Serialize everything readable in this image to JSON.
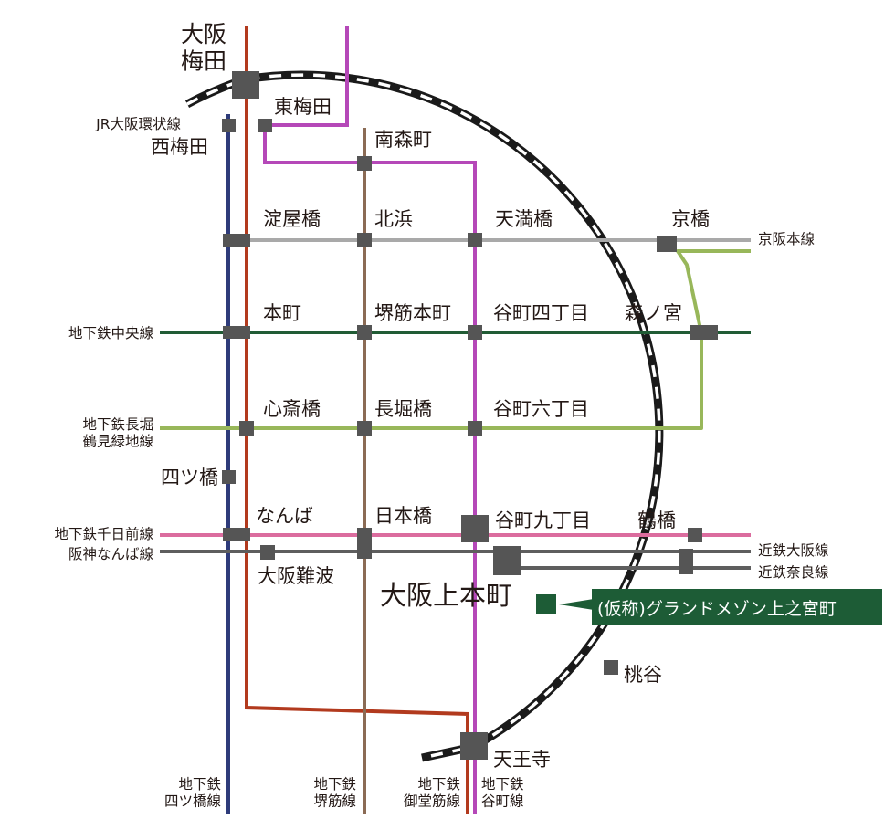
{
  "colors": {
    "jr_loop": "#1a1a1a",
    "midosuji": "#b23a1e",
    "yotsubashi": "#2e3b7a",
    "sakaisuji": "#8b6b55",
    "tanimachi": "#b548b8",
    "keihan": "#a9a9a9",
    "chuo": "#215c35",
    "nagahori": "#98b75a",
    "sennichimae": "#db6c9e",
    "hanshin_kintetsu": "#5e5e5e",
    "station": "#555555",
    "highlight": "#1d5c36"
  },
  "stations": {
    "osaka_umeda": "大阪\n梅田",
    "higashi_umeda": "東梅田",
    "nishi_umeda": "西梅田",
    "minami_morimachi": "南森町",
    "yodoyabashi": "淀屋橋",
    "kitahama": "北浜",
    "temmabashi": "天満橋",
    "kyobashi": "京橋",
    "hommachi": "本町",
    "sakaisuji_hommachi": "堺筋本町",
    "tanimachi_4": "谷町四丁目",
    "morinomiya": "森ノ宮",
    "shinsaibashi": "心斎橋",
    "nagahoribashi": "長堀橋",
    "tanimachi_6": "谷町六丁目",
    "yotsubashi": "四ツ橋",
    "namba": "なんば",
    "nipponbashi": "日本橋",
    "tanimachi_9": "谷町九丁目",
    "tsuruhashi": "鶴橋",
    "osaka_namba": "大阪難波",
    "osaka_uehommachi": "大阪上本町",
    "momodani": "桃谷",
    "tennoji": "天王寺"
  },
  "lines": {
    "jr_loop": "JR大阪環状線",
    "keihan_main": "京阪本線",
    "chuo": "地下鉄中央線",
    "nagahori": "地下鉄長堀\n鶴見緑地線",
    "sennichimae": "地下鉄千日前線",
    "hanshin_namba": "阪神なんば線",
    "kintetsu_osaka": "近鉄大阪線",
    "kintetsu_nara": "近鉄奈良線",
    "yotsubashi": "地下鉄\n四ツ橋線",
    "sakaisuji": "地下鉄\n堺筋線",
    "midosuji": "地下鉄\n御堂筋線",
    "tanimachi": "地下鉄\n谷町線"
  },
  "highlight": {
    "label": "(仮称)グランドメゾン上之宮町"
  }
}
